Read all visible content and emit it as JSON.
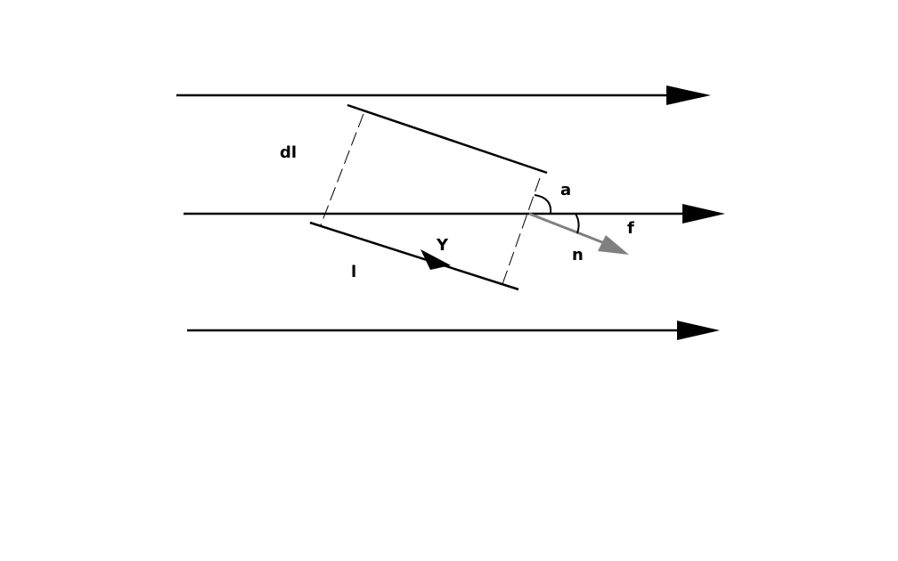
{
  "labels": {
    "dl": "dl",
    "a": "a",
    "f": "f",
    "y": "Y",
    "n": "n",
    "l": "l"
  },
  "colors": {
    "line": "#000000",
    "normal_vector": "#808080",
    "background": "#ffffff"
  }
}
